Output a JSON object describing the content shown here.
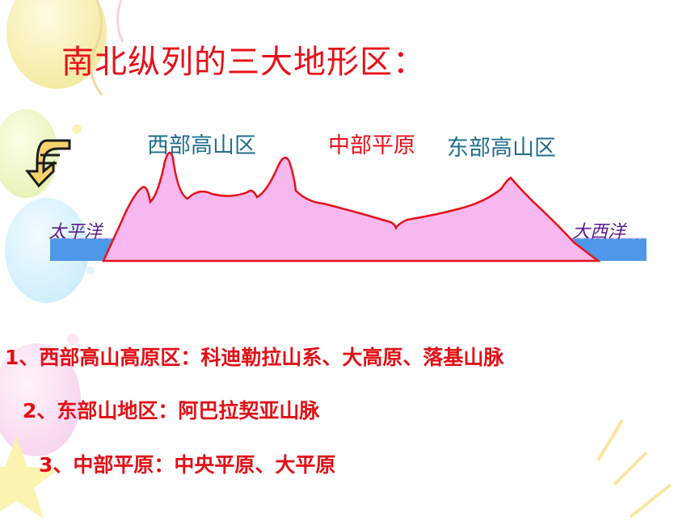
{
  "title": "南北纵列的三大地形区：",
  "profile": {
    "labels": {
      "west": "西部高山区",
      "central": "中部平原",
      "east": "东部高山区"
    },
    "oceans": {
      "left": "太平洋",
      "right": "大西洋"
    },
    "colors": {
      "west_label": "#1f6e8c",
      "central_label": "#e8101a",
      "east_label": "#1f6e8c",
      "land_fill": "#f7b8ef",
      "land_stroke": "#e8101a",
      "ocean": "#4d98e8"
    }
  },
  "list": [
    {
      "number": "1",
      "text": "、西部高山高原区：科迪勒拉山系、大高原、落基山脉"
    },
    {
      "number": "2",
      "text": "、东部山地区：阿巴拉契亚山脉"
    },
    {
      "number": "3",
      "text": "、中部平原：中央平原、大平原"
    }
  ],
  "nav": {
    "icon": "back-arrow-icon"
  }
}
